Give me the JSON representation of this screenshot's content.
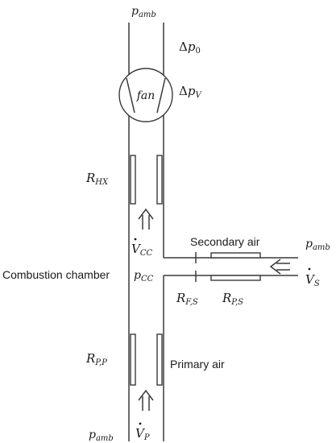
{
  "labels": {
    "p_amb_top": {
      "main": "p",
      "sub": "amb"
    },
    "delta_p0": {
      "pre": "Δ",
      "main": "p",
      "sub": "0"
    },
    "fan": "fan",
    "delta_pV": {
      "pre": "Δ",
      "main": "p",
      "sub": "V"
    },
    "R_HX": {
      "main": "R",
      "sub": "HX"
    },
    "V_CC": {
      "main": "V",
      "sub": "CC"
    },
    "secondary_air": "Secondary air",
    "p_amb_right": {
      "main": "p",
      "sub": "amb"
    },
    "combustion_chamber": "Combustion chamber",
    "p_CC": {
      "main": "p",
      "sub": "CC"
    },
    "V_S": {
      "main": "V",
      "sub": "S"
    },
    "R_FS": {
      "main": "R",
      "sub": "F,S"
    },
    "R_PS": {
      "main": "R",
      "sub": "P,S"
    },
    "R_PP": {
      "main": "R",
      "sub": "P,P"
    },
    "primary_air": "Primary air",
    "p_amb_bottom": {
      "main": "p",
      "sub": "amb"
    },
    "V_P": {
      "main": "V",
      "sub": "P"
    }
  }
}
